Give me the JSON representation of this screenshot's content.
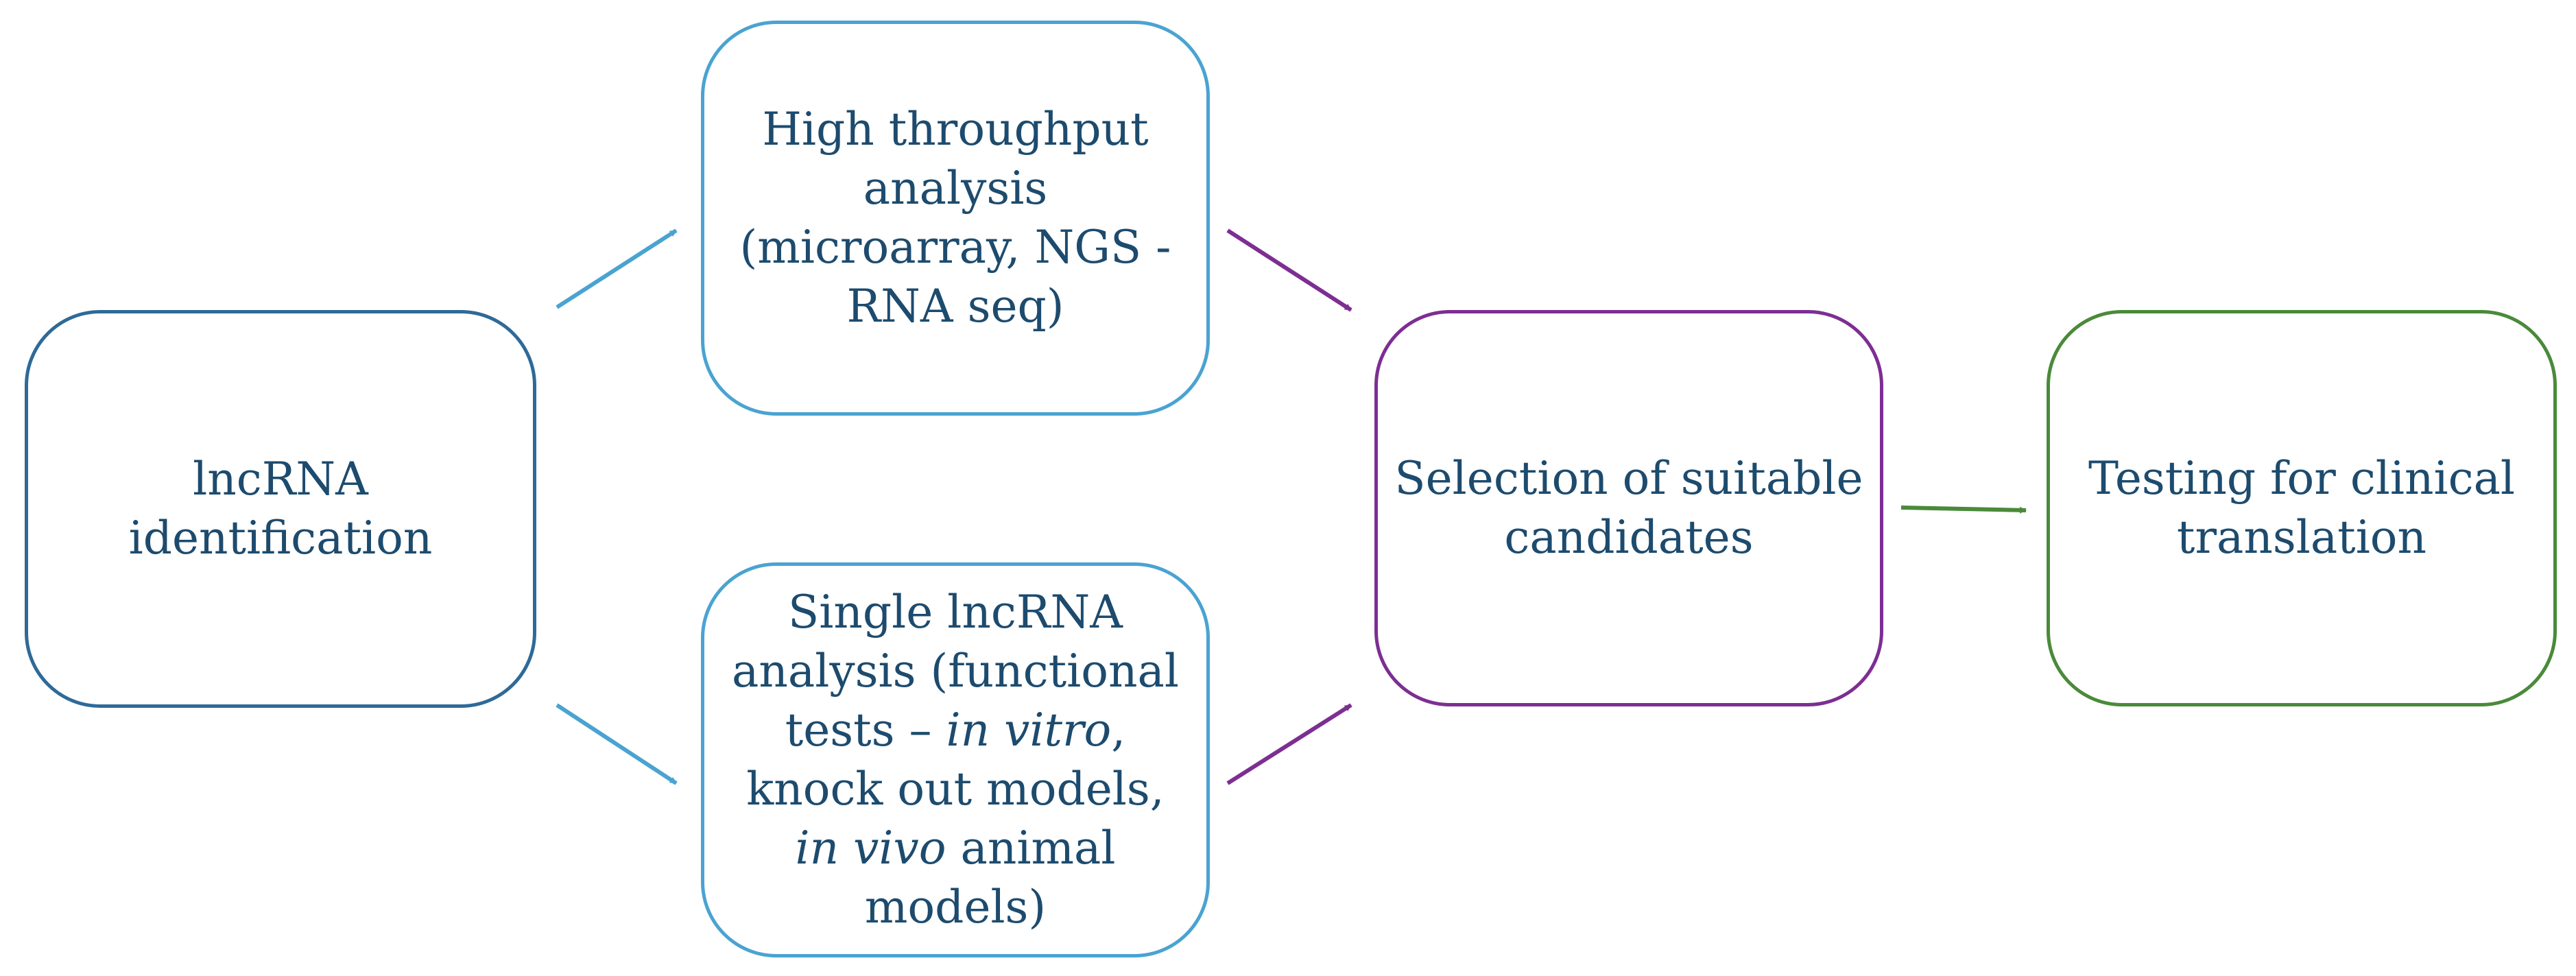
{
  "colors": {
    "text": "#1d4b6e",
    "lnc_border": "#2e6a98",
    "analysis_border": "#4aa3d1",
    "selection_border": "#7d2e93",
    "testing_border": "#4a8a3a"
  },
  "nodes": {
    "lnc": {
      "line1": "lncRNA",
      "line2": "identification"
    },
    "high": {
      "line1": "High throughput",
      "line2": "analysis",
      "line3": "(microarray, NGS -",
      "line4": "RNA seq)"
    },
    "single": {
      "line1": "Single lncRNA",
      "line2": "analysis (functional",
      "line3_a": "tests – ",
      "line3_b": "in vitro",
      "line3_c": ",",
      "line4": "knock out models,",
      "line5_a": "in vivo",
      "line5_b": " animal",
      "line6": "models)"
    },
    "selection": {
      "line1": "Selection of suitable",
      "line2": "candidates"
    },
    "testing": {
      "line1": "Testing for clinical",
      "line2": "translation"
    }
  }
}
